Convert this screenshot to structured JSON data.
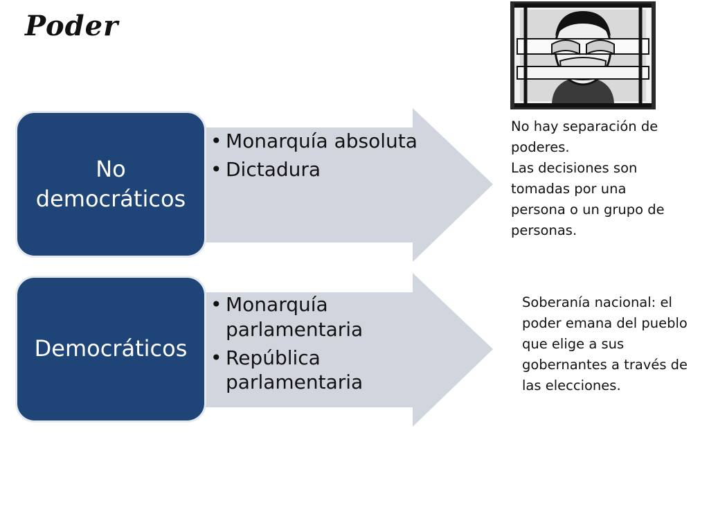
{
  "title": "Poder",
  "rows": [
    {
      "label": "No democráticos",
      "items": [
        "Monarquía absoluta",
        "Dictadura"
      ]
    },
    {
      "label": "Democráticos",
      "items": [
        "Monarquía parlamentaria",
        "República parlamentaria"
      ]
    }
  ],
  "notes": {
    "non_democratic": [
      "No hay separación de poderes.",
      "Las decisiones son tomadas por una persona o un grupo de personas."
    ],
    "democratic": [
      "Soberanía nacional: el poder emana del pueblo que elige a sus gobernantes a través de las elecciones."
    ]
  },
  "illustration": {
    "icon": "censorship-illustration"
  },
  "colors": {
    "label_fill": "#1f4477",
    "arrow_fill": "#d1d5dd",
    "text": "#111111"
  }
}
